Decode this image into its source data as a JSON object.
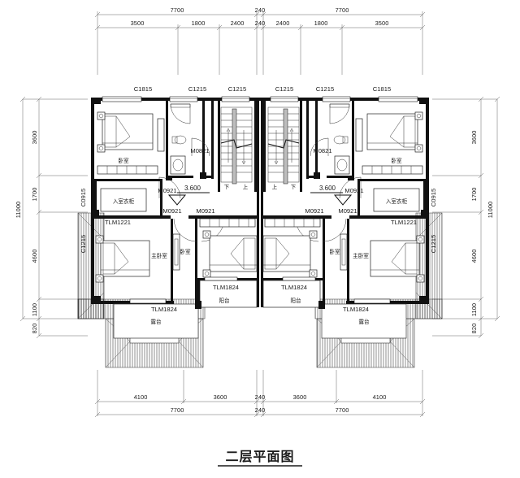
{
  "drawing": {
    "title": "二层平面图",
    "title_en_hint": "Second Floor Plan",
    "level_marker": "3.600"
  },
  "dimensions": {
    "top_outer": [
      "7700",
      "240",
      "7700"
    ],
    "top_inner": [
      "3500",
      "1800",
      "2400",
      "240",
      "2400",
      "1800",
      "3500"
    ],
    "bottom_inner": [
      "4100",
      "3600",
      "240",
      "3600",
      "4100"
    ],
    "bottom_outer": [
      "7700",
      "240",
      "7700"
    ],
    "left_outer": "11000",
    "left_inner": [
      "3600",
      "1700",
      "4600",
      "1100",
      "820"
    ],
    "right_outer": "11000",
    "right_inner": [
      "3600",
      "1700",
      "4600",
      "1100",
      "820"
    ]
  },
  "windows": {
    "top": [
      "C1815",
      "C1215",
      "C1215",
      "C1215",
      "C1215",
      "C1815"
    ],
    "side_left": [
      "C0915",
      "C1215"
    ],
    "side_right": [
      "C0915",
      "C1215"
    ]
  },
  "doors": {
    "bath": "M0821",
    "bedroom": "M0921",
    "balcony_door": "TLM1824",
    "entry_door": "TLM1221"
  },
  "rooms": {
    "bedroom": "卧室",
    "master_bedroom": "主卧室",
    "wardrobe": "入室衣柜",
    "balcony": "阳台",
    "terrace": "露台"
  },
  "stairs": {
    "down": "下",
    "up": "上"
  },
  "colors": {
    "ink": "#1a1a1a",
    "wall": "#111111",
    "paper": "#ffffff",
    "dim_line": "#666666"
  }
}
